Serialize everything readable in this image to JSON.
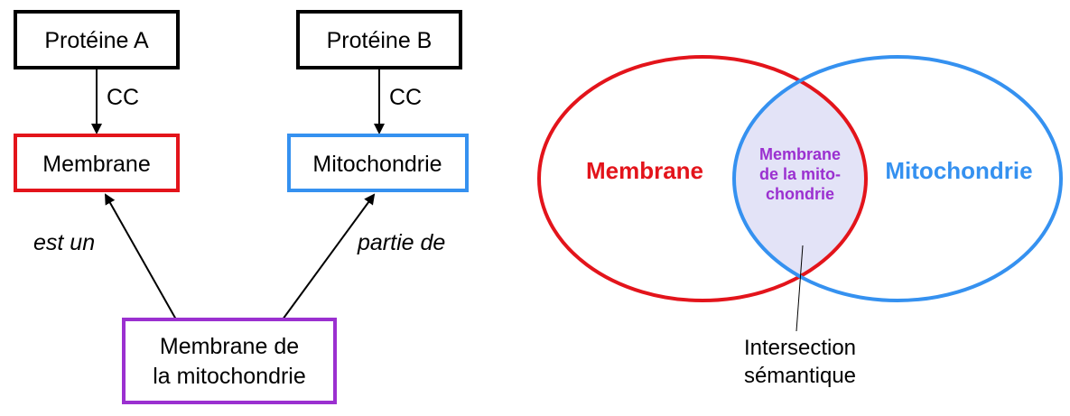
{
  "colors": {
    "membrane": "#e3141b",
    "mitochondrie": "#3591f0",
    "intersection_text": "#9b30d0",
    "intersection_fill": "#e3e3f7",
    "purple_box": "#9b30d0",
    "black": "#000000"
  },
  "left_diagram": {
    "protein_a": "Protéine A",
    "protein_b": "Protéine B",
    "cc_left": "CC",
    "cc_right": "CC",
    "membrane": "Membrane",
    "mitochondrie": "Mitochondrie",
    "est_un": "est un",
    "partie_de": "partie de",
    "bottom_line1": "Membrane de",
    "bottom_line2": "la mitochondrie"
  },
  "venn": {
    "left_label": "Membrane",
    "right_label": "Mitochondrie",
    "center_line1": "Membrane",
    "center_line2": "de la mito-",
    "center_line3": "chondrie",
    "note_line1": "Intersection",
    "note_line2": "sémantique"
  }
}
